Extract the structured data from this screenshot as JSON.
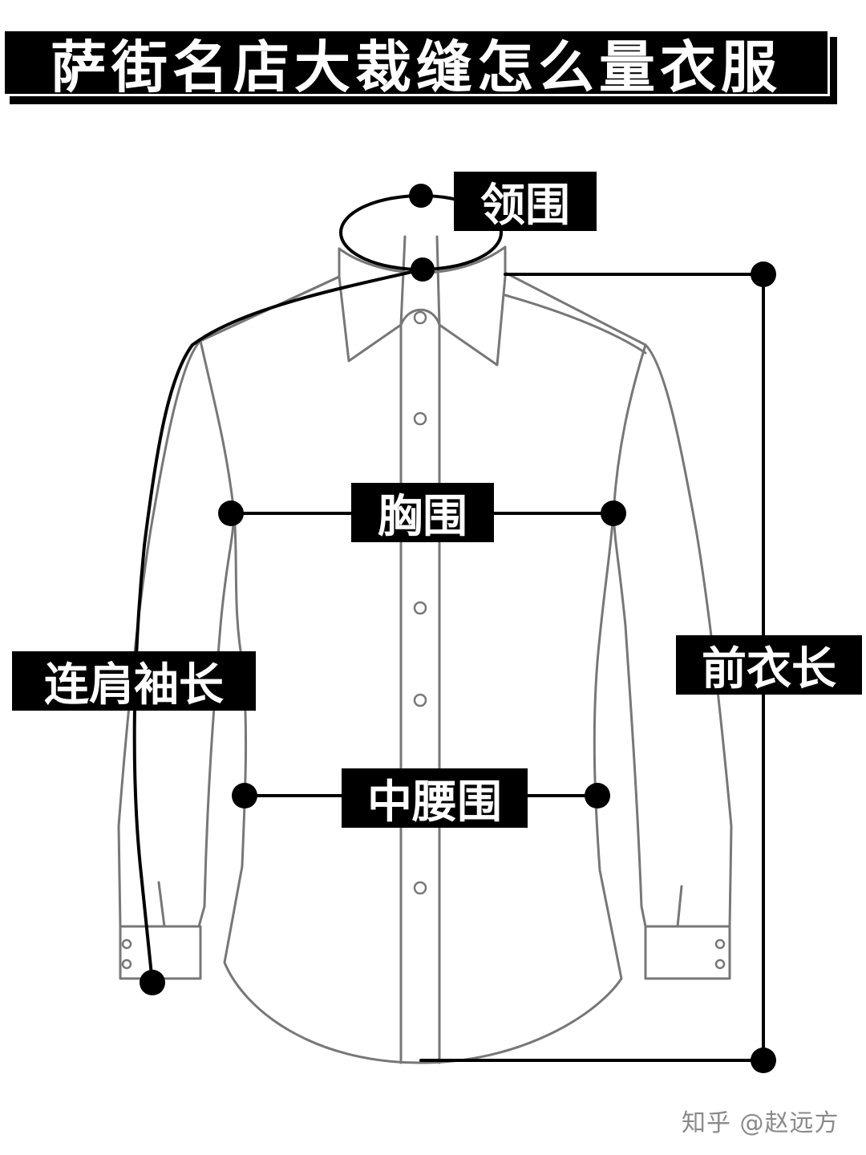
{
  "title": "萨街名店大裁缝怎么量衣服",
  "labels": {
    "collar": "领围",
    "chest": "胸围",
    "sleeve": "连肩袖长",
    "front_length": "前衣长",
    "waist": "中腰围"
  },
  "watermark": "知乎 @赵远方",
  "colors": {
    "ink": "#000000",
    "outline": "#777777",
    "background": "#ffffff",
    "watermark": "#8a8a8a"
  }
}
